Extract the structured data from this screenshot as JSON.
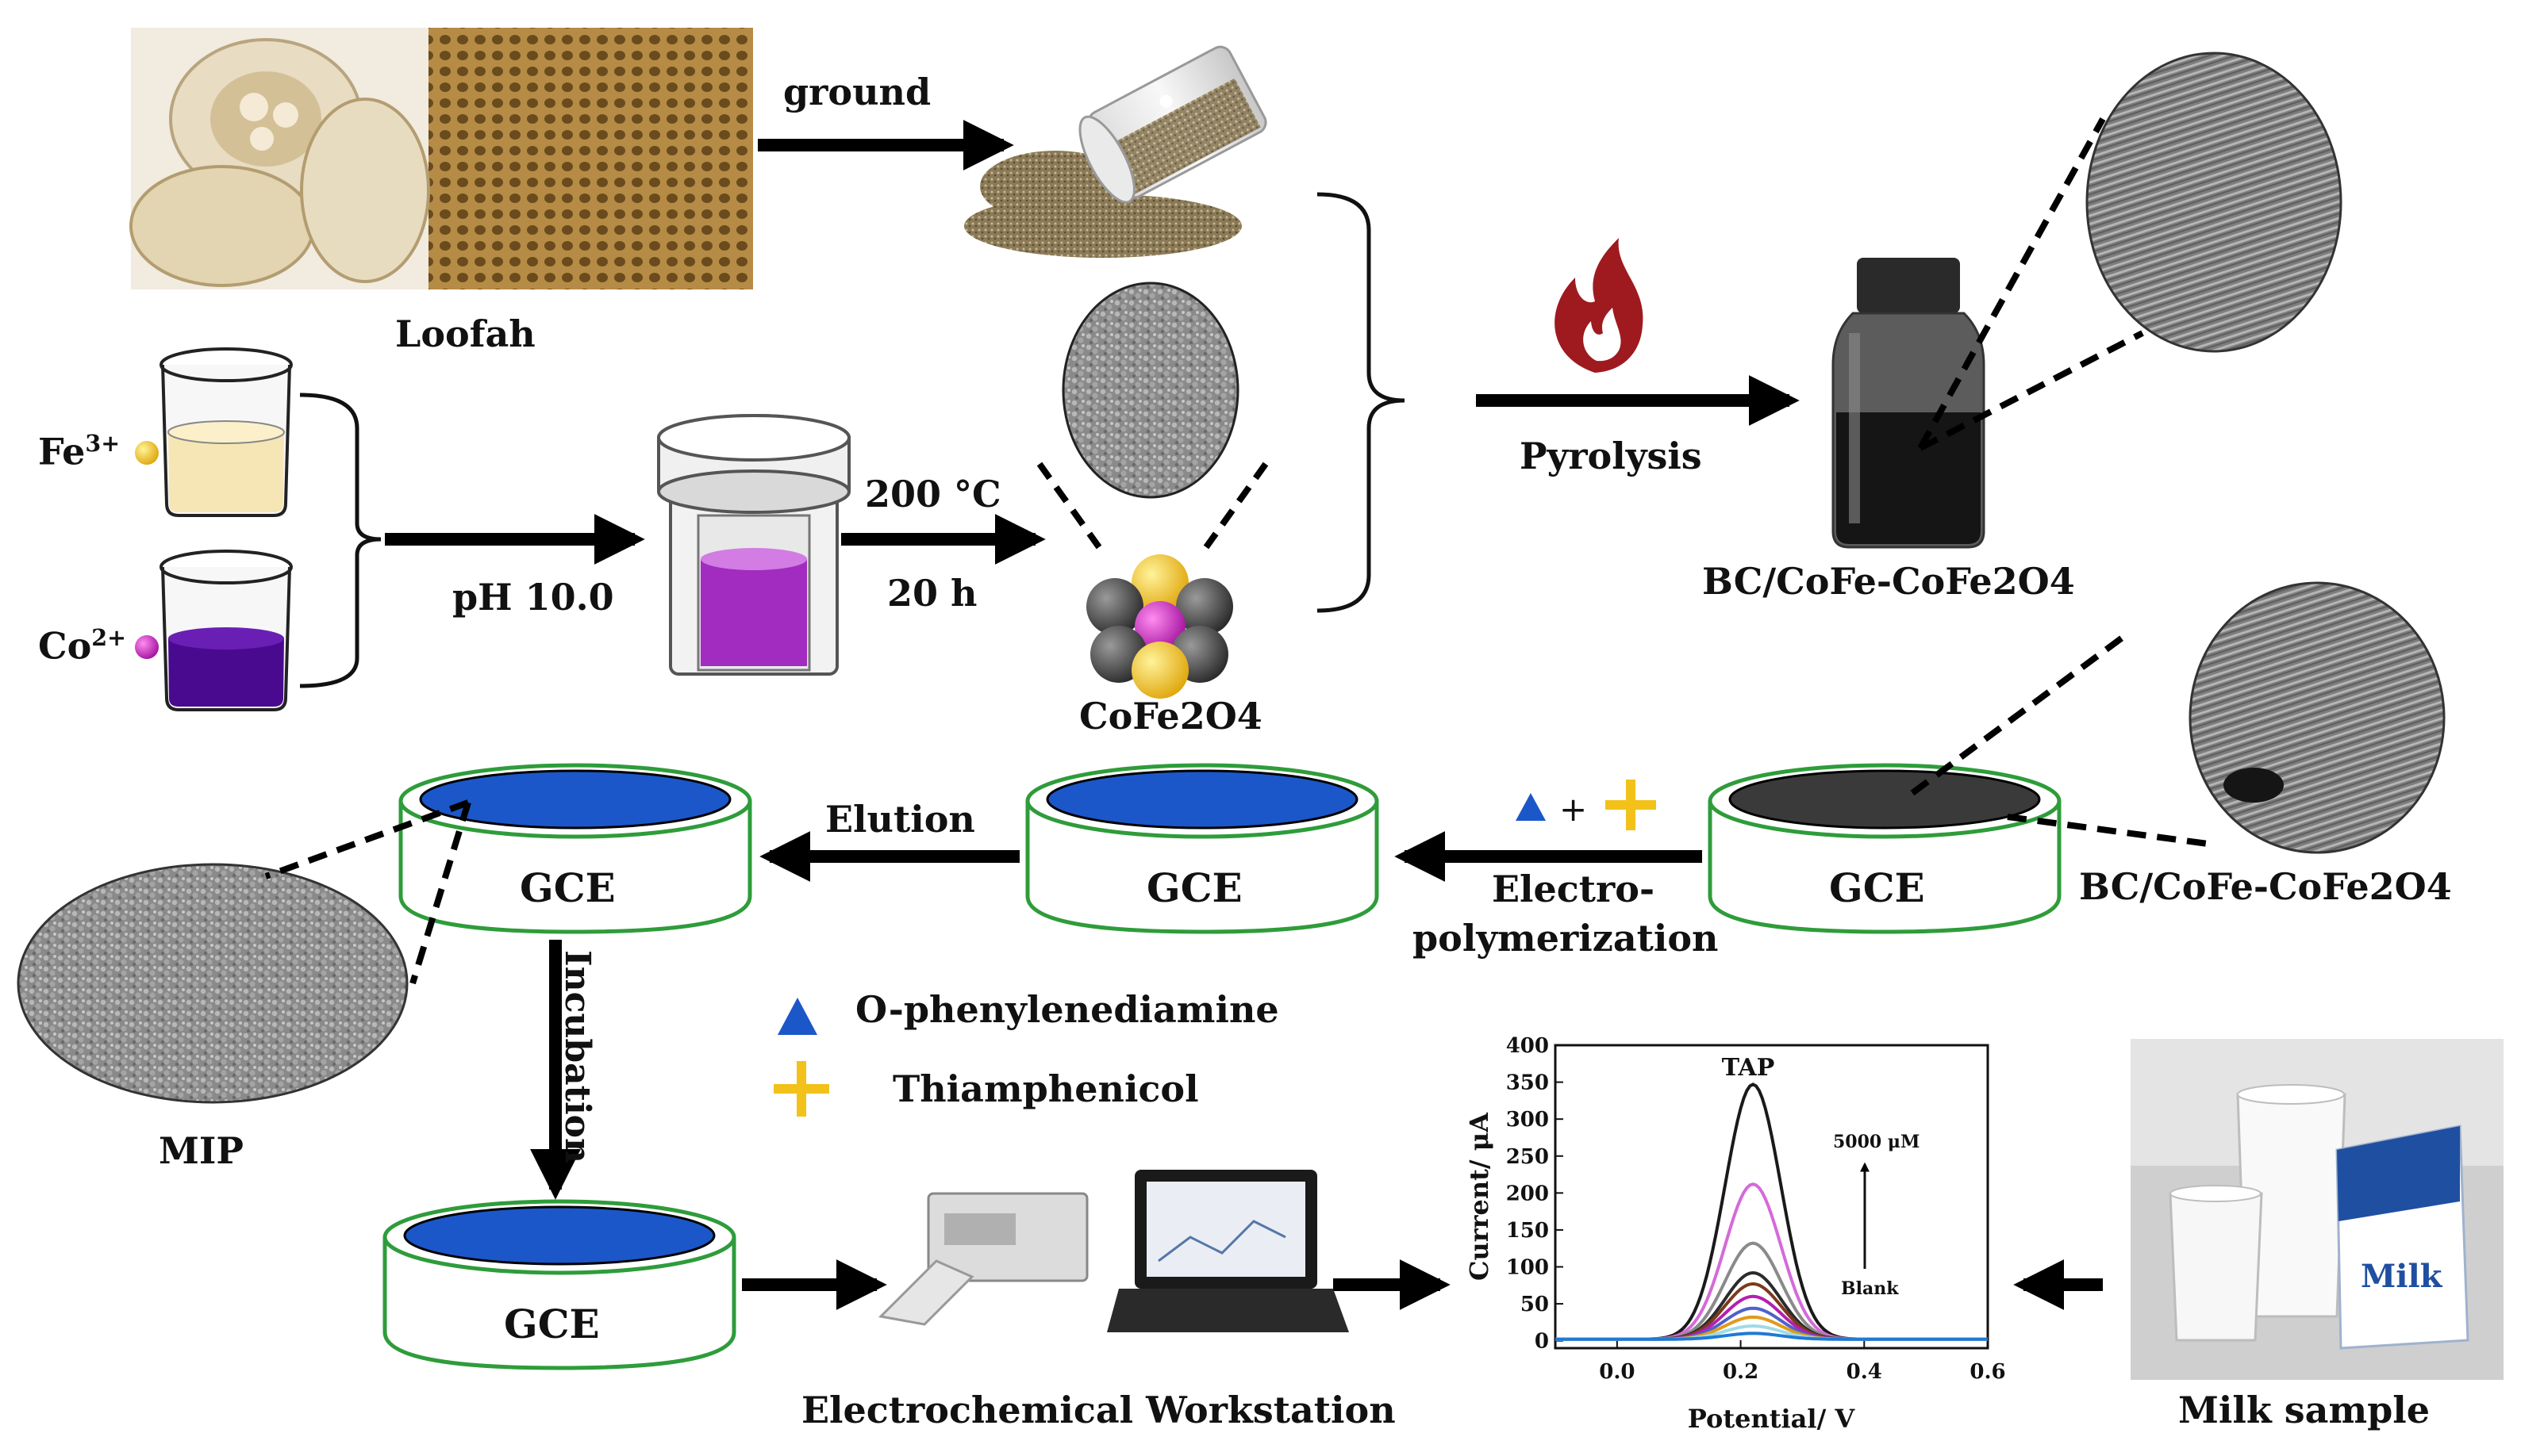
{
  "labels": {
    "loofah": "Loofah",
    "ground": "ground",
    "fe": "Fe",
    "fe_charge": "3+",
    "co": "Co",
    "co_charge": "2+",
    "ph": "pH 10.0",
    "temp": "200 °C",
    "time": "20 h",
    "cofe2o4": "CoFe2O4",
    "pyrolysis": "Pyrolysis",
    "bc_top": "BC/CoFe-CoFe2O4",
    "bc_right": "BC/CoFe-CoFe2O4",
    "elution": "Elution",
    "electro_1": "Electro-",
    "electro_2": "polymerization",
    "incubation": "Incubation",
    "mip": "MIP",
    "gce": "GCE",
    "legend_opd": "O-phenylenediamine",
    "legend_tap": "Thiamphenicol",
    "workstation": "Electrochemical Workstation",
    "milk_sample": "Milk sample",
    "milk_carton": "Milk"
  },
  "colors": {
    "electrode_ring": "#2e9c3a",
    "electrode_surface": "#1b57c9",
    "modified_surface": "#3a3a3a",
    "opd": "#1b57c9",
    "tap": "#f2c21a",
    "fe_ion": "#f2c21a",
    "co_ion": "#c21dbf",
    "flame": "#9e1a1f"
  },
  "chart_data": {
    "type": "line",
    "title": "",
    "annotation_peak": "TAP",
    "annotation_high": "5000 μM",
    "annotation_low": "Blank",
    "xlabel": "Potential/ V",
    "ylabel": "Current/ μA",
    "xlim": [
      -0.1,
      0.6
    ],
    "ylim": [
      -10,
      400
    ],
    "xticks": [
      "0.0",
      "0.2",
      "0.4",
      "0.6"
    ],
    "yticks": [
      "0",
      "50",
      "100",
      "150",
      "200",
      "250",
      "300",
      "350",
      "400"
    ],
    "peak_potential": 0.22,
    "series": [
      {
        "color": "#1a1a1a",
        "peak": 345
      },
      {
        "color": "#d46ad9",
        "peak": 210
      },
      {
        "color": "#8a8a8a",
        "peak": 130
      },
      {
        "color": "#2b2b2b",
        "peak": 90
      },
      {
        "color": "#7a3b1c",
        "peak": 75
      },
      {
        "color": "#b51fb0",
        "peak": 58
      },
      {
        "color": "#4f62c9",
        "peak": 42
      },
      {
        "color": "#e19a1d",
        "peak": 30
      },
      {
        "color": "#9fdbe6",
        "peak": 18
      },
      {
        "color": "#1e7bd4",
        "peak": 8
      }
    ]
  }
}
